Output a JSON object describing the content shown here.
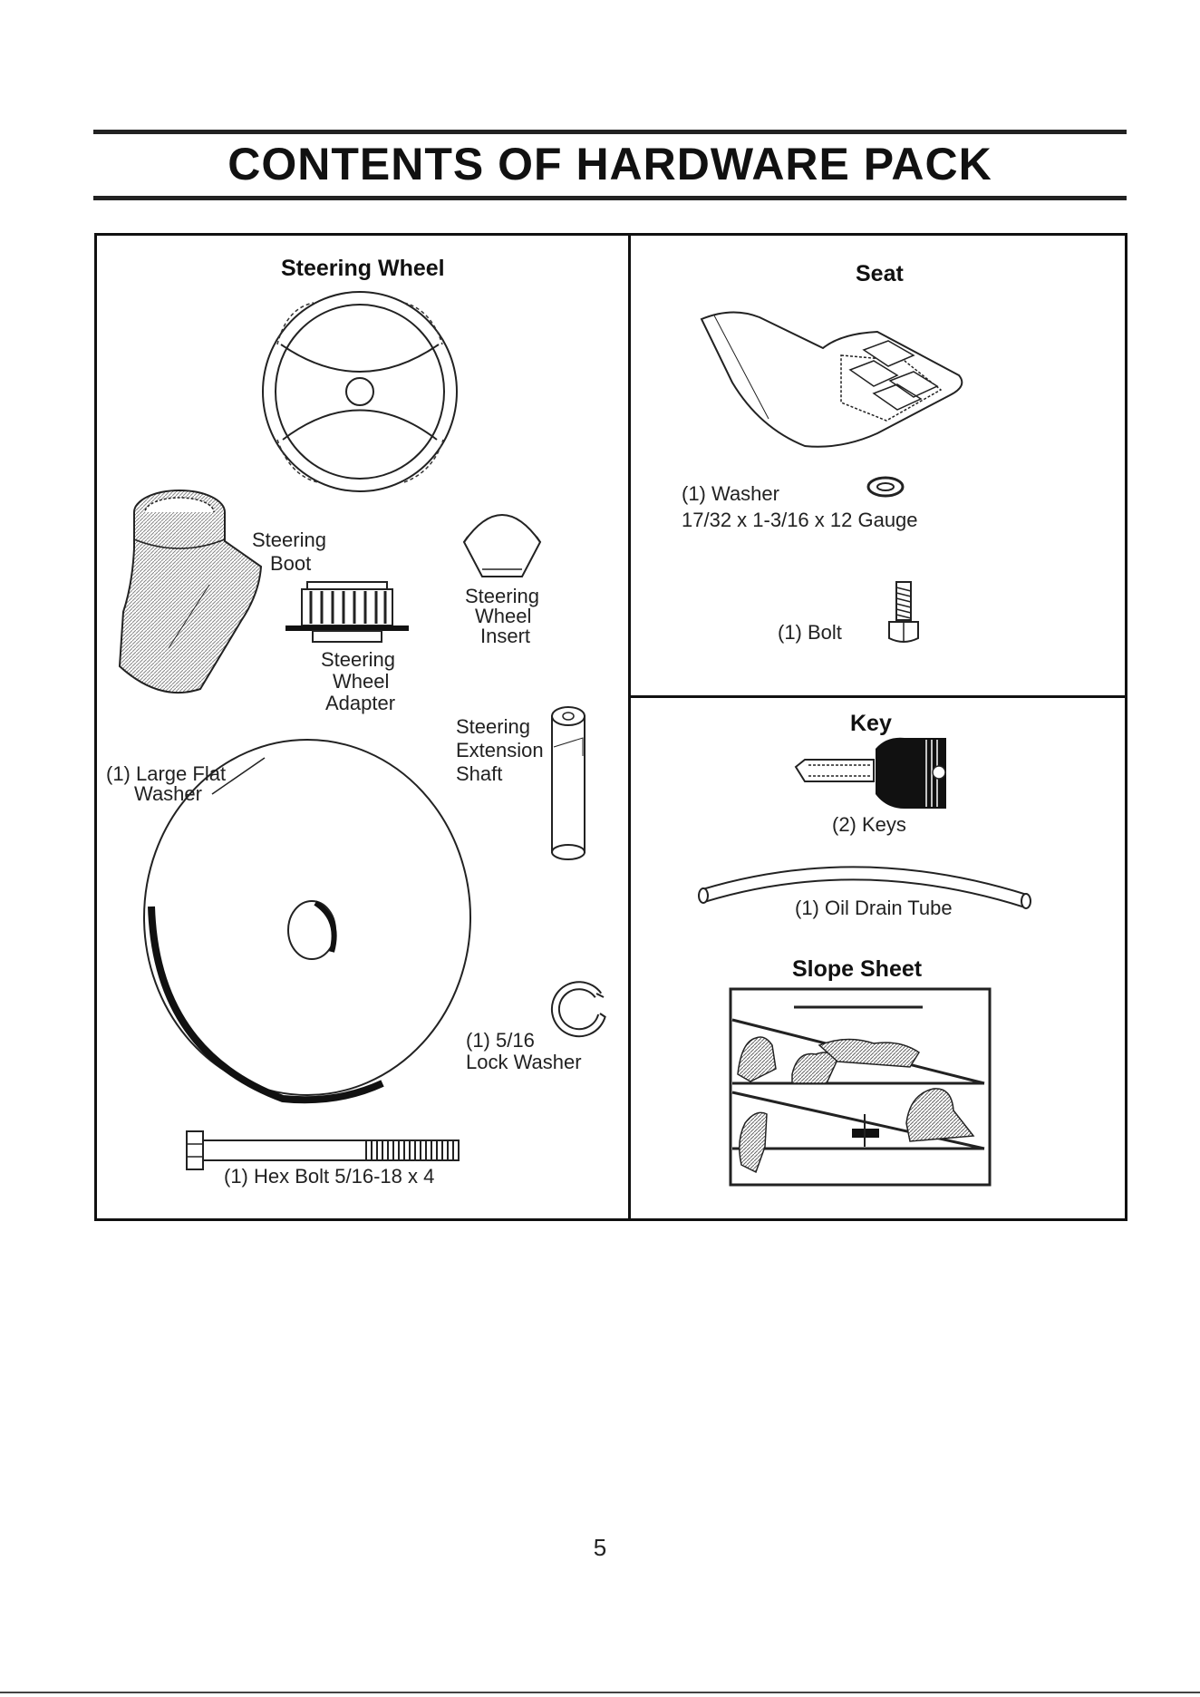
{
  "page": {
    "title": "CONTENTS OF HARDWARE PACK",
    "page_number": "5"
  },
  "steering_panel": {
    "heading": "Steering Wheel",
    "boot_label": [
      "Steering",
      "Boot"
    ],
    "adapter_label": [
      "Steering",
      "Wheel",
      "Adapter"
    ],
    "insert_label": [
      "Steering",
      "Wheel",
      "Insert"
    ],
    "shaft_label": [
      "Steering",
      "Extension",
      "Shaft"
    ],
    "large_washer_label": [
      "(1) Large Flat",
      "Washer"
    ],
    "lock_washer_label": [
      "(1) 5/16",
      "Lock Washer"
    ],
    "hex_bolt_label": "(1) Hex Bolt 5/16-18 x 4"
  },
  "seat_panel": {
    "heading": "Seat",
    "washer_label": "(1) Washer",
    "washer_spec": "17/32 x 1-3/16 x 12 Gauge",
    "bolt_label": "(1) Bolt"
  },
  "key_panel": {
    "heading": "Key",
    "keys_label": "(2) Keys",
    "tube_label": "(1) Oil Drain Tube",
    "slope_heading": "Slope Sheet"
  },
  "icons": [
    "steering-wheel-icon",
    "steering-boot-icon",
    "adapter-icon",
    "insert-icon",
    "shaft-icon",
    "flat-washer-icon",
    "lock-washer-icon",
    "hex-bolt-icon",
    "seat-icon",
    "washer-icon",
    "bolt-icon",
    "key-icon",
    "drain-tube-icon",
    "slope-sheet-icon"
  ]
}
